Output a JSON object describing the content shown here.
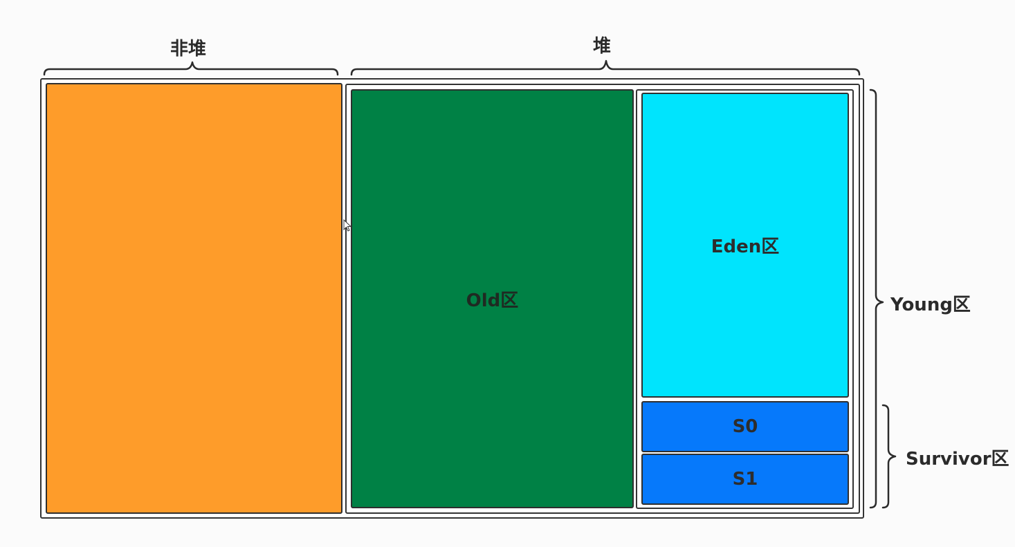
{
  "labels": {
    "non_heap": "非堆",
    "heap": "堆",
    "young": "Young区",
    "survivor": "Survivor区"
  },
  "regions": {
    "non_heap_box": "",
    "old": "Old区",
    "eden": "Eden区",
    "s0": "S0",
    "s1": "S1"
  },
  "colors": {
    "non_heap": "#fe9c2a",
    "old": "#008145",
    "eden": "#00e4fd",
    "survivor": "#0679fb",
    "outline": "#2f2f2f",
    "background": "#fbfbfb"
  },
  "icons": [
    "mouse-cursor-icon"
  ]
}
